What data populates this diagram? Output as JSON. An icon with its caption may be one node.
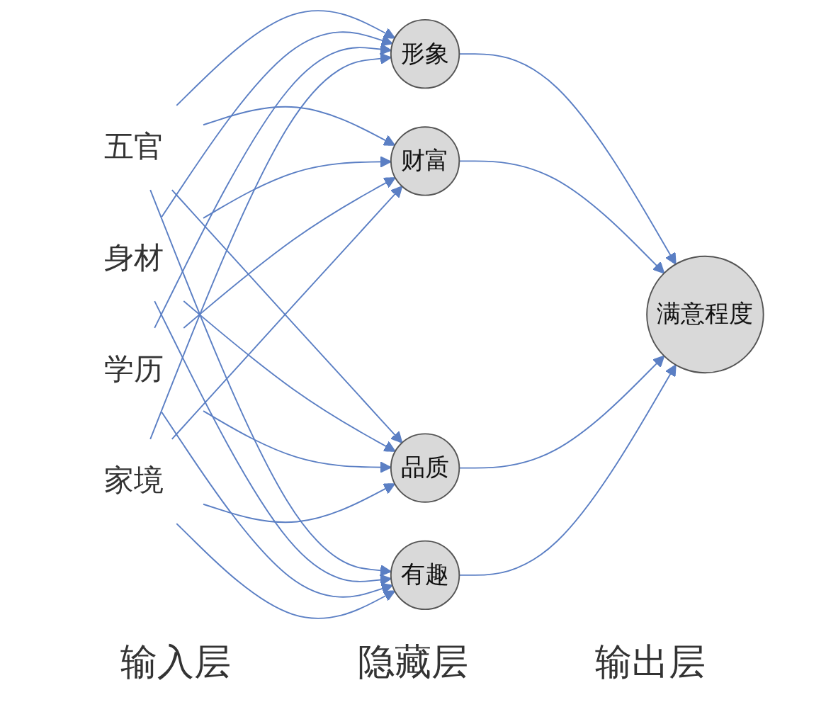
{
  "diagram": {
    "nodes": [
      {
        "text": [
          "五官"
        ]
      },
      {
        "text": [
          "身材"
        ]
      },
      {
        "text": [
          "学历"
        ]
      },
      {
        "text": [
          "家境"
        ]
      },
      {
        "text": [
          "形象"
        ]
      },
      {
        "text": [
          "财富"
        ]
      },
      {
        "text": [
          "品质"
        ]
      },
      {
        "text": [
          "有趣"
        ]
      },
      {
        "text": [
          "满意程度"
        ]
      }
    ],
    "edges": [
      {
        "from": 0,
        "to": 4,
        "arrow": "to"
      },
      {
        "from": 0,
        "to": 5,
        "arrow": "to"
      },
      {
        "from": 0,
        "to": 6,
        "arrow": "to"
      },
      {
        "from": 0,
        "to": 7,
        "arrow": "to"
      },
      {
        "from": 1,
        "to": 4,
        "arrow": "to"
      },
      {
        "from": 1,
        "to": 5,
        "arrow": "to"
      },
      {
        "from": 1,
        "to": 6,
        "arrow": "to"
      },
      {
        "from": 1,
        "to": 7,
        "arrow": "to"
      },
      {
        "from": 2,
        "to": 4,
        "arrow": "to"
      },
      {
        "from": 2,
        "to": 5,
        "arrow": "to"
      },
      {
        "from": 2,
        "to": 6,
        "arrow": "to"
      },
      {
        "from": 2,
        "to": 7,
        "arrow": "to"
      },
      {
        "from": 3,
        "to": 4,
        "arrow": "to"
      },
      {
        "from": 3,
        "to": 5,
        "arrow": "to"
      },
      {
        "from": 3,
        "to": 6,
        "arrow": "to"
      },
      {
        "from": 3,
        "to": 7,
        "arrow": "to"
      },
      {
        "from": 4,
        "to": 8,
        "arrow": "to"
      },
      {
        "from": 5,
        "to": 8,
        "arrow": "to"
      },
      {
        "from": 6,
        "to": 8,
        "arrow": "to"
      },
      {
        "from": 7,
        "to": 8,
        "arrow": "to"
      }
    ],
    "labels": [
      "输入层",
      "隐藏层",
      "输出层"
    ]
  }
}
